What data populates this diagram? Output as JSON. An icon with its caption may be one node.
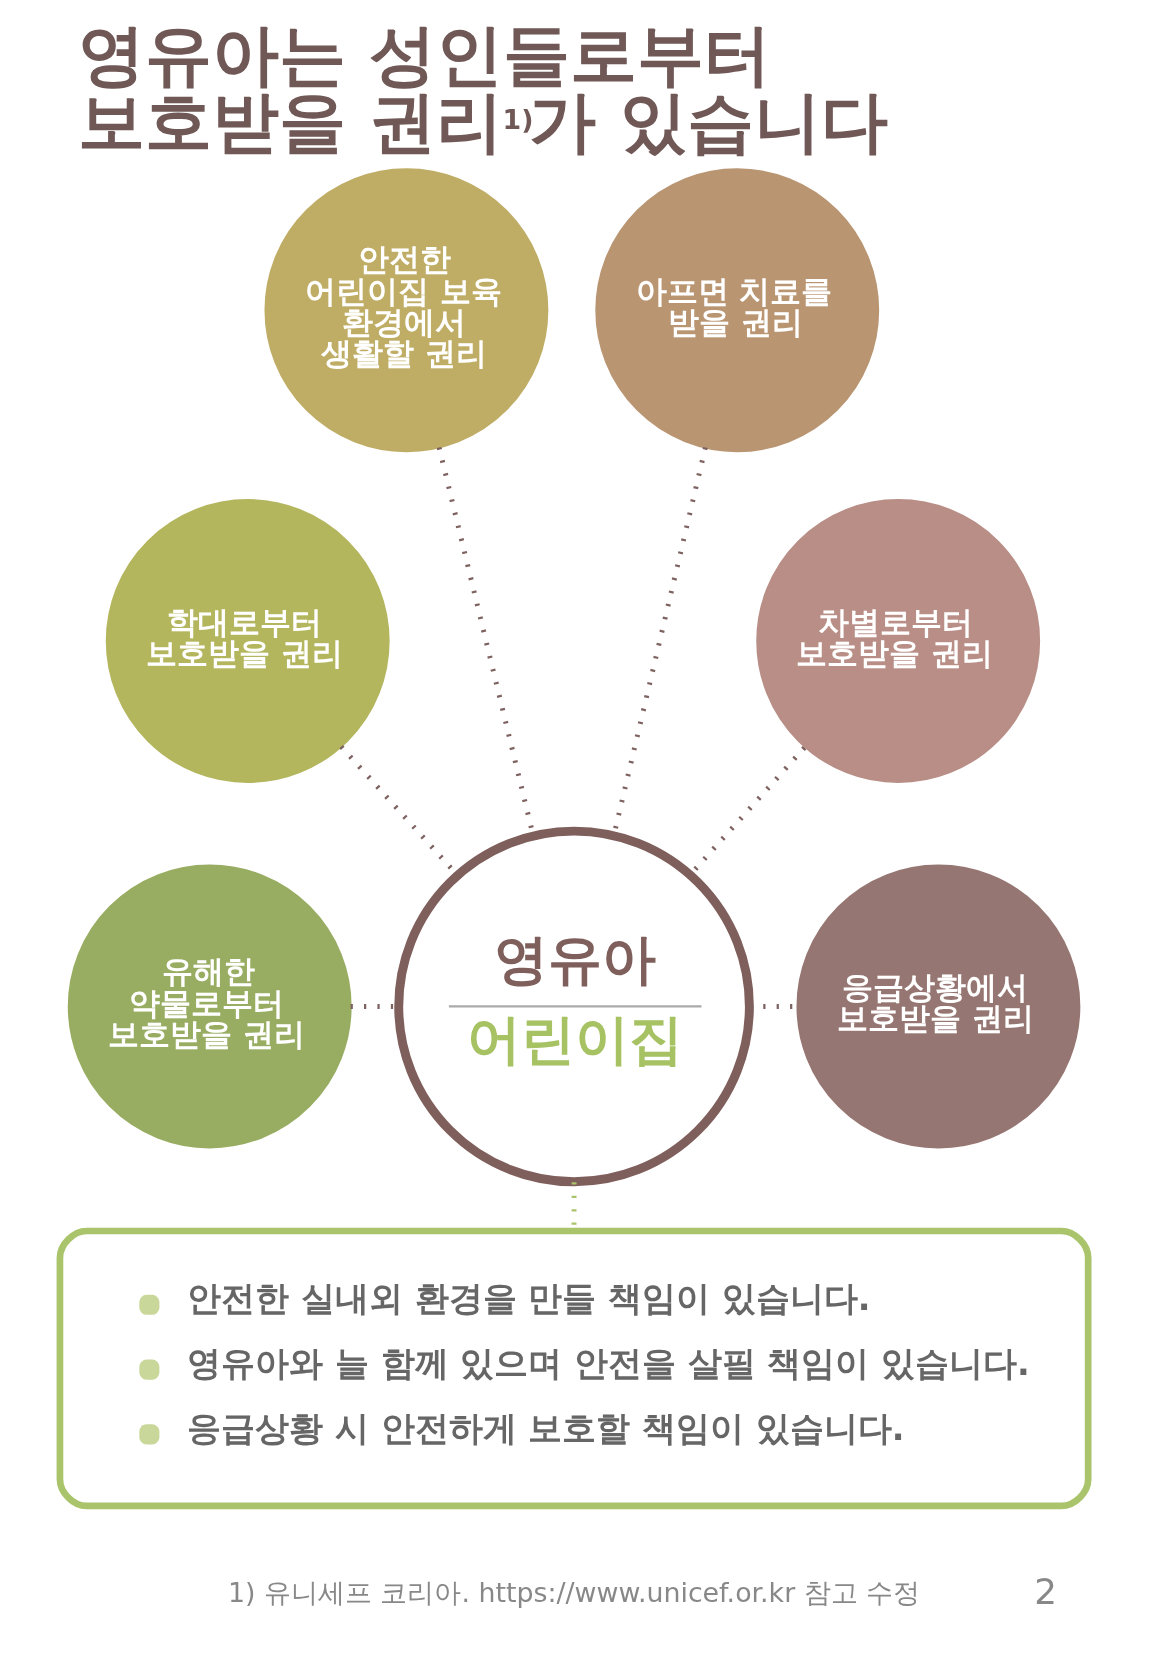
{
  "diagram": {
    "title": "영유아는 성인들로부터 보호받을 권리$^{1)}$가 있습니다",
    "nodes": [
      {
        "text": [
          "안전한 어린이집 보육 환경에서 생활할 권리"
        ]
      },
      {
        "text": [
          "아프면 치료를 받을 권리"
        ]
      },
      {
        "text": [
          "학대로부터 보호받을 권리"
        ]
      },
      {
        "text": [
          "차별로부터 보호받을 권리"
        ]
      },
      {
        "text": [
          "유해한 약물로부터 보호받을 권리"
        ]
      },
      {
        "text": [
          "영유아",
          "어린이집"
        ]
      },
      {
        "text": [
          "응급상황에서 보호받을 권리"
        ]
      },
      {
        "text": [
          "안전한 실내외 환경을 만들 책임이 있습니다.",
          "영유아와 늘 함께 있으며 안전을 살필 책임이 있습니다.",
          "응급상황 시 안전하게 보호할 책임이 있습니다."
        ]
      }
    ],
    "edges": [
      {
        "from": 4,
        "to": 5,
        "arrow": "none"
      },
      {
        "from": 2,
        "to": 5,
        "arrow": "none"
      },
      {
        "from": 0,
        "to": 5,
        "arrow": "none"
      },
      {
        "from": 1,
        "to": 5,
        "arrow": "none"
      },
      {
        "from": 3,
        "to": 5,
        "arrow": "none"
      },
      {
        "from": 5,
        "to": 6,
        "arrow": "none"
      },
      {
        "from": 5,
        "to": 7,
        "arrow": "none",
        "color": "#a9c46a"
      }
    ],
    "labels": [
      "1) 유니세프 코리아. https://www.unicef.or.kr 참고 수정",
      "2"
    ]
  }
}
